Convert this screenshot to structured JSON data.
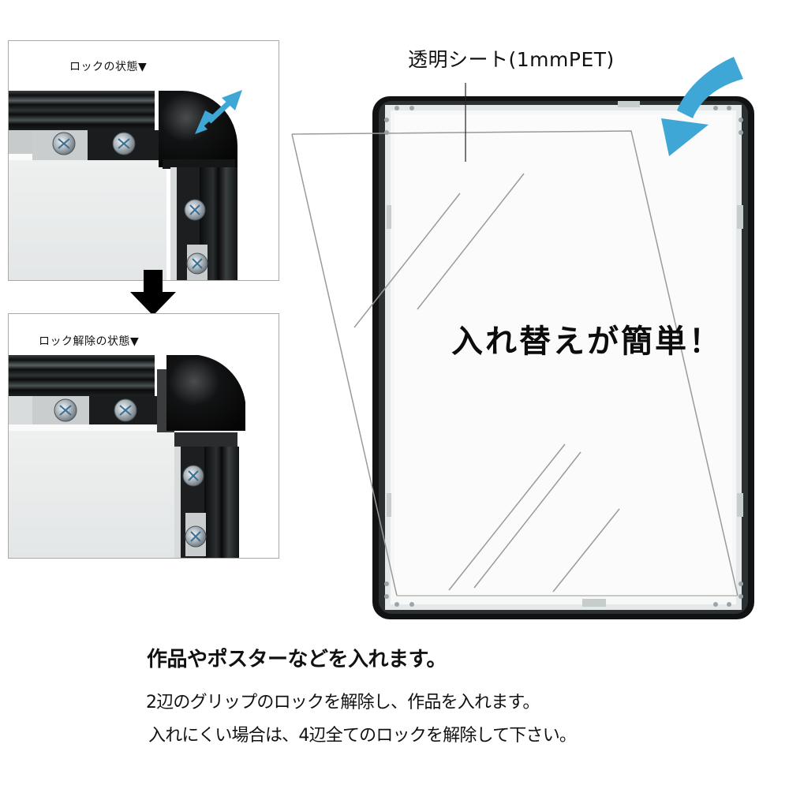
{
  "panels": {
    "locked": {
      "label": "ロックの状態▼",
      "state": "locked"
    },
    "unlocked": {
      "label": "ロック解除の状態▼",
      "state": "unlocked"
    }
  },
  "transition_arrow": {
    "icon": "down-arrow-icon",
    "color": "#000000"
  },
  "frame": {
    "sheet_label": "透明シート(1mmPET)",
    "headline": "入れ替えが簡単！",
    "accent_arrow_color": "#3fa7d6",
    "frame_color": "#1a1a1a"
  },
  "instructions": {
    "title": "作品やポスターなどを入れます。",
    "lines": [
      "2辺のグリップのロックを解除し、作品を入れます。",
      "入れにくい場合は、4辺全てのロックを解除して下さい。"
    ]
  },
  "colors": {
    "lock_arrow": "#3fa7d6",
    "panel_border": "#a9a9a9",
    "leader_line": "#9a9a9a"
  }
}
